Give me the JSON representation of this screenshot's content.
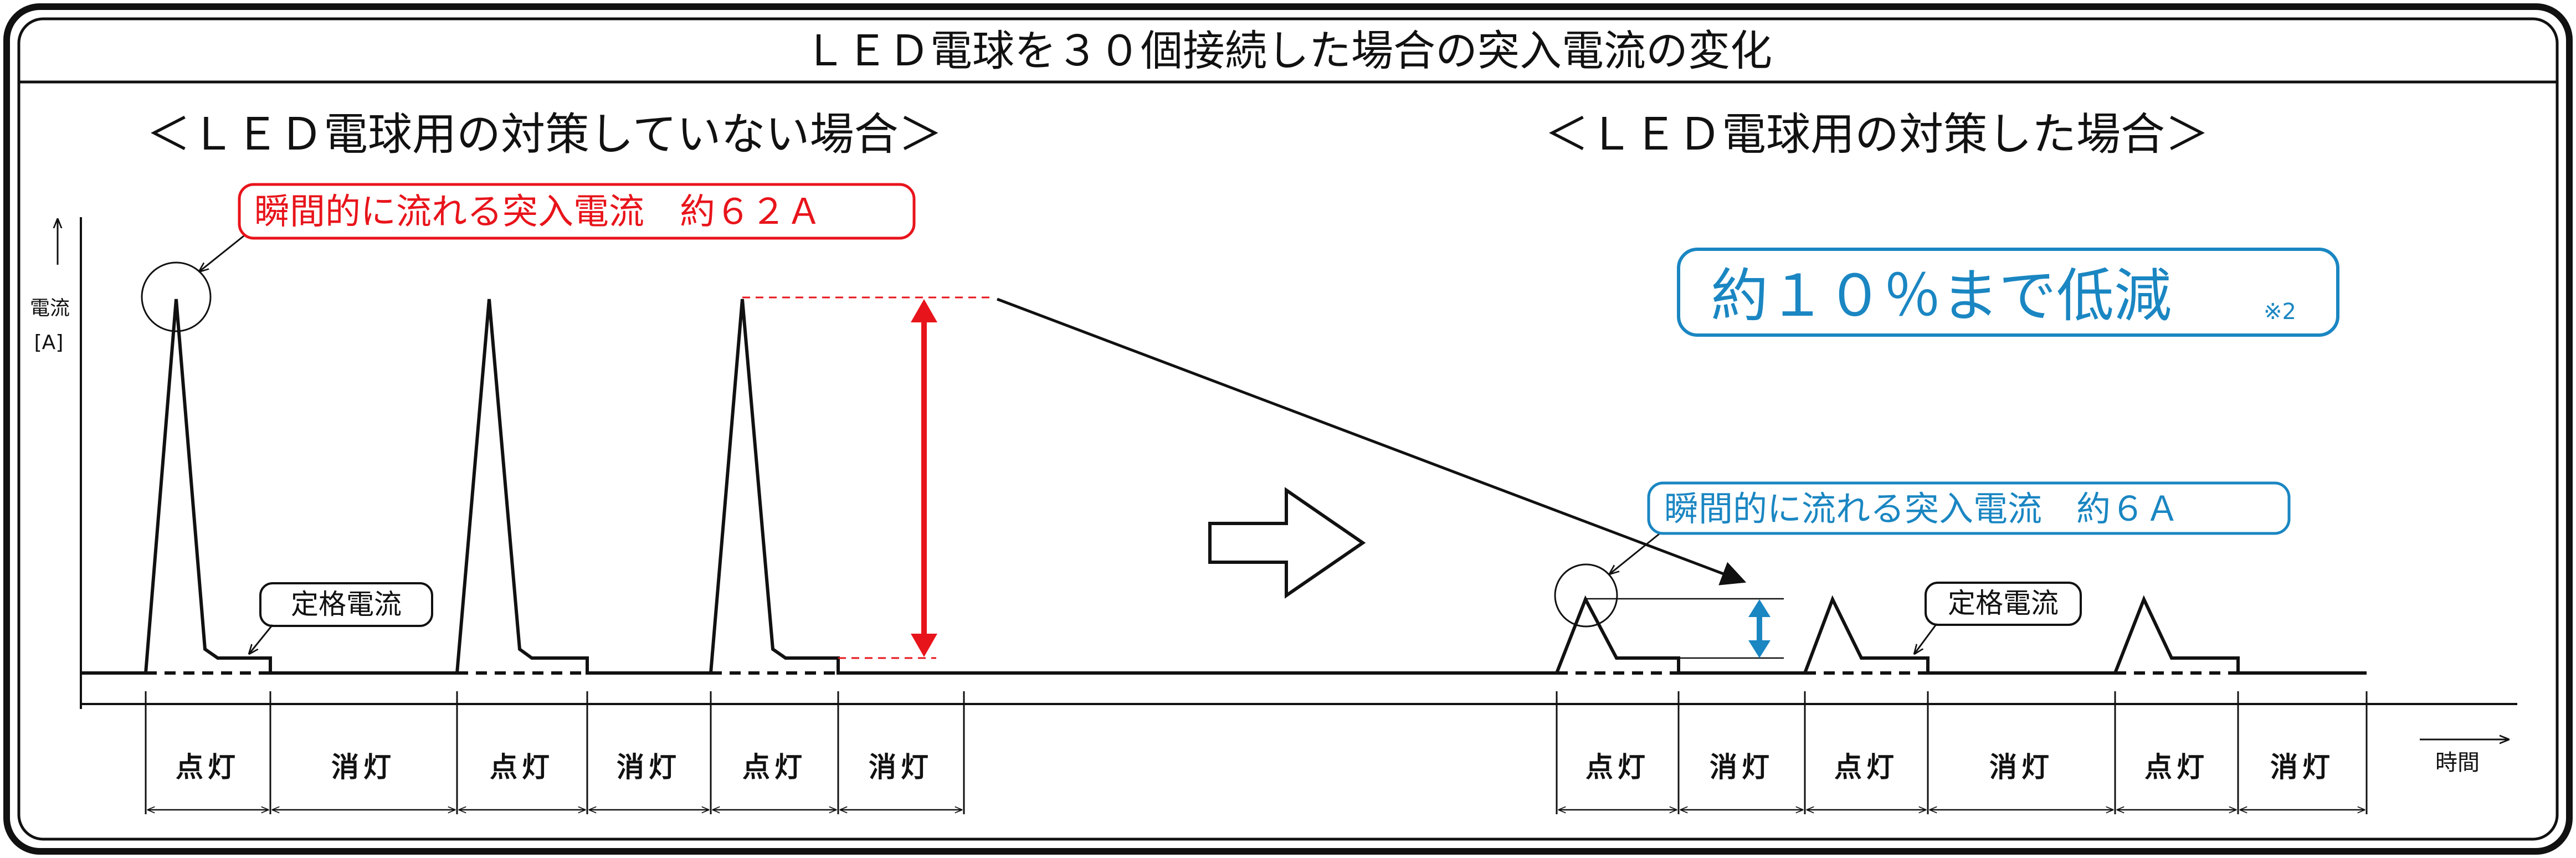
{
  "title": "ＬＥＤ電球を３０個接続した場合の突入電流の変化",
  "left": {
    "heading": "＜ＬＥＤ電球用の対策していない場合＞",
    "callout_peak": "瞬間的に流れる突入電流　約６２Ａ",
    "callout_rated": "定格電流",
    "segments": [
      "点灯",
      "消灯",
      "点灯",
      "消灯",
      "点灯",
      "消灯"
    ]
  },
  "right": {
    "heading": "＜ＬＥＤ電球用の対策した場合＞",
    "reduction": "約１０％まで低減",
    "note": "※2",
    "callout_peak": "瞬間的に流れる突入電流　約６Ａ",
    "callout_rated": "定格電流",
    "segments": [
      "点灯",
      "消灯",
      "点灯",
      "消灯",
      "点灯",
      "消灯"
    ]
  },
  "axes": {
    "y_label_line1": "電流",
    "y_label_line2": "[A]",
    "x_label": "時間"
  },
  "colors": {
    "red": "#e8141b",
    "blue": "#1a86c2",
    "black": "#111111"
  },
  "chart_data": {
    "type": "line",
    "title": "ＬＥＤ電球を３０個接続した場合の突入電流の変化",
    "xlabel": "時間",
    "ylabel": "電流 [A]",
    "series": [
      {
        "name": "＜ＬＥＤ電球用の対策していない場合＞",
        "peak_inrush_A": 62,
        "pulses": 3
      },
      {
        "name": "＜ＬＥＤ電球用の対策した場合＞",
        "peak_inrush_A": 6,
        "pulses": 3
      }
    ]
  }
}
